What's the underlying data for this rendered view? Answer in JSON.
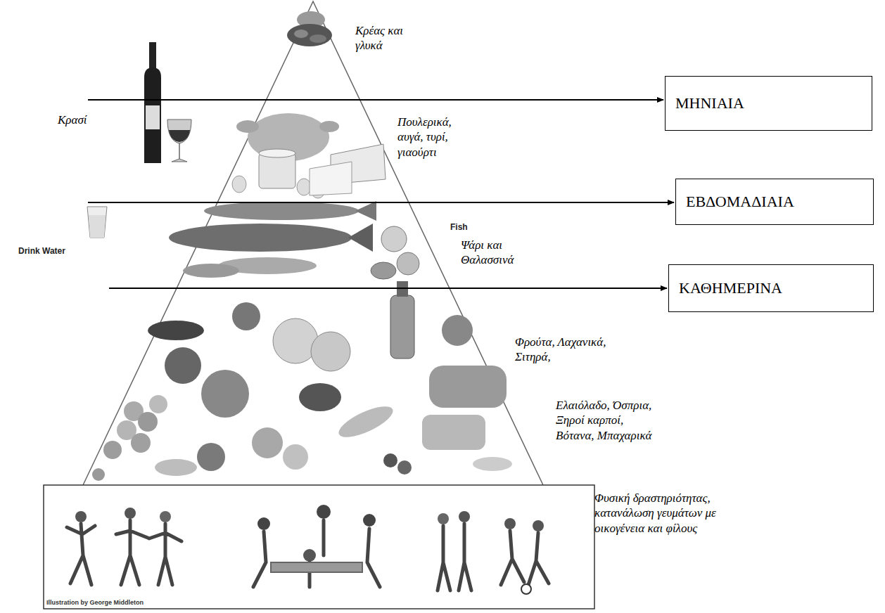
{
  "diagram": {
    "nodes": [
      {
        "text": [
          "ΜΗΝΙΑΙΑ"
        ]
      },
      {
        "text": [
          "ΕΒΔΟΜΑΔΙΑΙΑ"
        ]
      },
      {
        "text": [
          "ΚΑΘΗΜΕΡΙΝΑ"
        ]
      }
    ],
    "labels": [
      "Κρέας και γλυκά",
      "Κρασί",
      "Πουλερικά, αυγά, τυρί, γιαούρτι",
      "Fish",
      "Drink Water",
      "Ψάρι και Θαλασσινά",
      "Φρούτα, Λαχανικά, Σιτηρά,",
      "Ελαιόλαδο, Όσπρια, Ξηροί καρποί, Βότανα, Μπαχαρικά",
      "Illustration by George Middleton",
      "Φυσική δραστηριότητας, κατανάλωση γευμάτων με οικογένεια και φίλους"
    ]
  }
}
